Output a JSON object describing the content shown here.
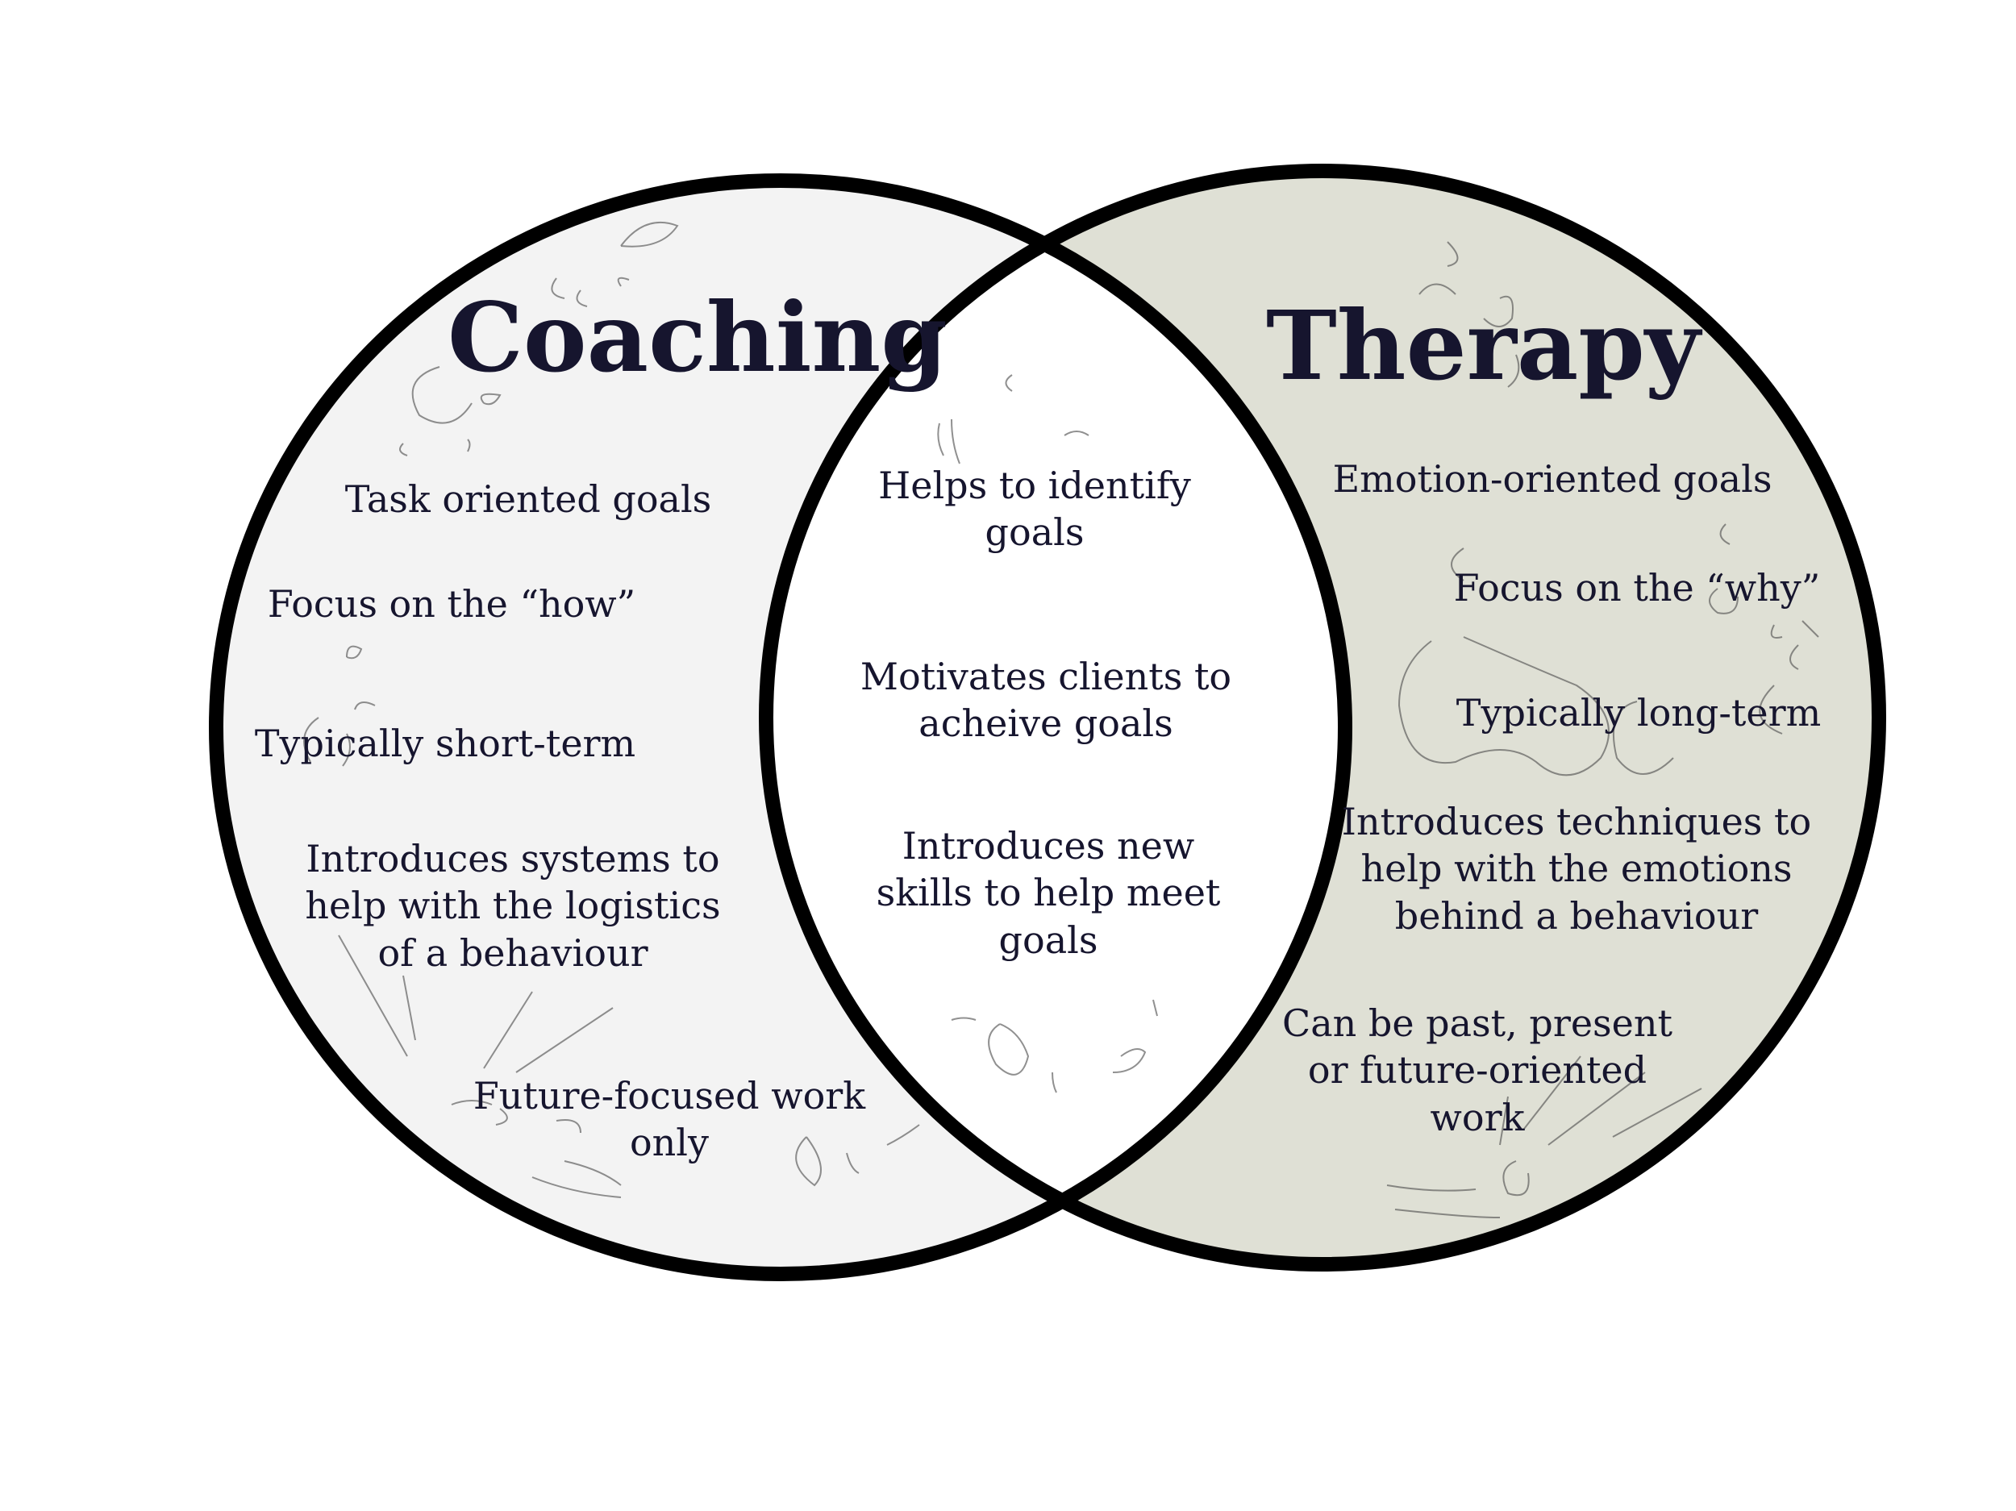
{
  "colors": {
    "left_fill": "#f3f3f3",
    "right_fill": "#dfe0d5",
    "overlap_fill": "#ffffff",
    "outline": "#000000",
    "text": "#16152e"
  },
  "left": {
    "title": "Coaching",
    "items": [
      "Task oriented goals",
      "Focus on the “how”",
      "Typically short-term",
      "Introduces systems to\nhelp with the logistics\nof a behaviour",
      "Future-focused work\nonly"
    ]
  },
  "right": {
    "title": "Therapy",
    "items": [
      "Emotion-oriented goals",
      "Focus on the “why”",
      "Typically long-term",
      "Introduces techniques to\nhelp with the emotions\nbehind a behaviour",
      "Can be past, present\nor future-oriented\nwork"
    ]
  },
  "overlap": {
    "items": [
      "Helps to identify\ngoals",
      "Motivates clients to\nacheive goals",
      "Introduces new\nskills to help meet\ngoals"
    ]
  }
}
